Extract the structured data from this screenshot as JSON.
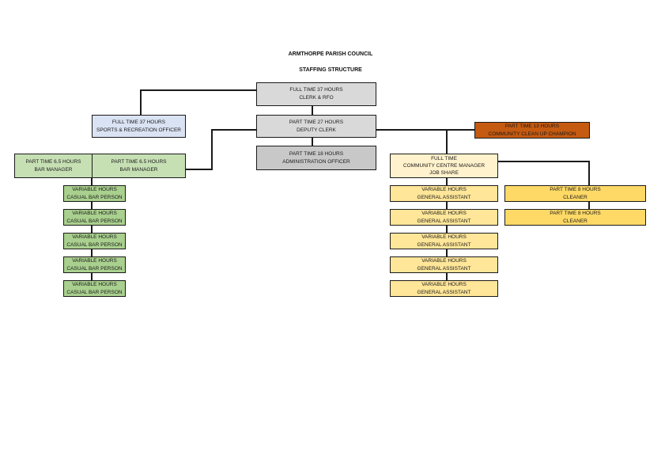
{
  "header": {
    "title": "ARMTHORPE PARISH COUNCIL",
    "subtitle": "STAFFING STRUCTURE"
  },
  "colors": {
    "line": "#1a1a1a",
    "grey": "#d9d9d9",
    "grey_dark": "#c8c8c8",
    "blue": "#dae3f3",
    "orange": "#c55a11",
    "green_light": "#c6e0b4",
    "green": "#a9d08e",
    "cream": "#fff2cc",
    "yellow_light": "#ffe699",
    "yellow": "#ffd966"
  },
  "boxes": {
    "clerk": {
      "hours": "FULL TIME 37 HOURS",
      "role": "CLERK & RFO"
    },
    "deputy_clerk": {
      "hours": "PART TIME 27 HOURS",
      "role": "DEPUTY CLERK"
    },
    "admin_officer": {
      "hours": "PART TIME 18 HOURS",
      "role": "ADMINISTRATION OFFICER"
    },
    "sports_officer": {
      "hours": "FULL TIME 37 HOURS",
      "role": "SPORTS & RECREATION OFFICER"
    },
    "clean_up_champion": {
      "hours": "PART TIME 13 HOURS",
      "role": "COMMUNITY CLEAN UP CHAMPION"
    },
    "bar_manager_1": {
      "hours": "PART TIME 6.5 HOURS",
      "role": "BAR MANAGER"
    },
    "bar_manager_2": {
      "hours": "PART TIME 6.5 HOURS",
      "role": "BAR MANAGER"
    },
    "centre_manager": {
      "hours": "FULL TIME",
      "role": "COMMUNITY CENTRE MANAGER",
      "note": "JOB SHARE"
    },
    "cleaner_1": {
      "hours": "PART TIME 8 HOURS",
      "role": "CLEANER"
    },
    "cleaner_2": {
      "hours": "PART TIME 8 HOURS",
      "role": "CLEANER"
    }
  },
  "bar_staff": [
    {
      "hours": "VARIABLE HOURS",
      "role": "CASUAL BAR PERSON"
    },
    {
      "hours": "VARIABLE HOURS",
      "role": "CASUAL BAR PERSON"
    },
    {
      "hours": "VARIABLE HOURS",
      "role": "CASUAL BAR PERSON"
    },
    {
      "hours": "VARIABLE HOURS",
      "role": "CASUAL BAR PERSON"
    },
    {
      "hours": "VARIABLE HOURS",
      "role": "CASUAL BAR PERSON"
    }
  ],
  "assistants": [
    {
      "hours": "VARIABLE HOURS",
      "role": "GENERAL ASSISTANT"
    },
    {
      "hours": "VARIABLE HOURS",
      "role": "GENERAL ASSISTANT"
    },
    {
      "hours": "VARIABLE HOURS",
      "role": "GENERAL ASSISTANT"
    },
    {
      "hours": "VARIABLE HOURS",
      "role": "GENERAL ASSISTANT"
    },
    {
      "hours": "VARIABLE HOURS",
      "role": "GENERAL ASSISTANT"
    }
  ]
}
